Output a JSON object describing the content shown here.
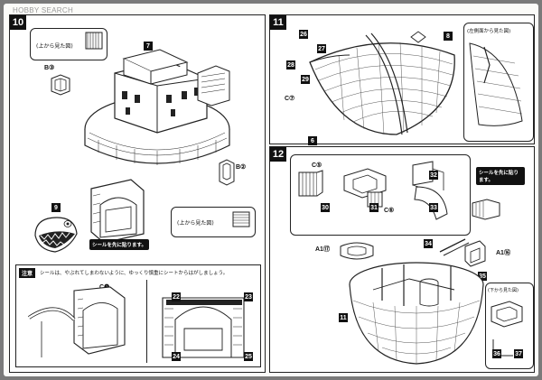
{
  "watermark": "HOBBY SEARCH",
  "steps": {
    "s10": "10",
    "s11": "11",
    "s12": "12"
  },
  "step10": {
    "view_from_top_a": "(上から見た図)",
    "view_from_top_b": "(上から見た図)",
    "part_b3": "B③",
    "part_b2": "B②",
    "part_7": "7",
    "part_9": "9",
    "sticker_note": "シールを先に貼ります。",
    "caution_label": "注意",
    "caution_text": "シールは、やぶれてしまわないように、ゆっくり慎重にシートからはがしましょう。",
    "part_c1": "C❶",
    "sticker_numbers": [
      "22",
      "23",
      "24",
      "25"
    ]
  },
  "step11": {
    "part_c7": "C⑦",
    "side_view": "(左側面から見た図)",
    "sticker_numbers": [
      "26",
      "27",
      "28",
      "29",
      "8",
      "6"
    ]
  },
  "step12": {
    "part_c5": "C⑤",
    "part_c6": "C⑥",
    "part_a1_left": "A1⑰",
    "part_a1_right": "A1⑯",
    "part_11": "11",
    "sticker_note": "シールを先に貼ります。",
    "view_from_bottom": "(下から見た図)",
    "sticker_numbers": [
      "30",
      "31",
      "32",
      "33",
      "34",
      "35",
      "36",
      "37"
    ]
  }
}
